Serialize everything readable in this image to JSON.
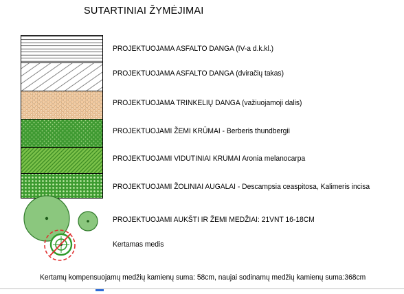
{
  "legend": {
    "title": "SUTARTINIAI ŽYMĖJIMAI",
    "items": [
      {
        "label": "PROJEKTUOJAMA ASFALTO DANGA (IV-a d.k.kl.)",
        "icon": "horizontal-line-hatch-icon"
      },
      {
        "label": "PROJEKTUOJAMA ASFALTO DANGA (dviračių takas)",
        "icon": "diagonal-line-hatch-icon"
      },
      {
        "label": "PROJEKTUOJAMA  TRINKELIŲ DANGA (važiuojamoji dalis)",
        "icon": "paver-pattern-icon"
      },
      {
        "label": "PROJEKTUOJAMI ŽEMI KRŪMAI -  Berberis thundbergii",
        "icon": "low-shrub-pattern-icon"
      },
      {
        "label": "PROJEKTUOJAMI VIDUTINIAI KRŪMAI Aronia melanocarpa",
        "icon": "medium-shrub-hatch-icon"
      },
      {
        "label": "PROJEKTUOJAMI ŽOLINIAI AUGALAI  - Descampsia ceaspitosa, Kalimeris incisa",
        "icon": "herbaceous-dot-pattern-icon"
      },
      {
        "label": "PROJEKTUOJAMI AUKŠTI IR ŽEMI MEDŽIAI: 21VNT 16-18CM",
        "icon": "tree-circles-icon"
      },
      {
        "label": "Kertamas medis",
        "icon": "felled-tree-icon"
      }
    ],
    "footnote": "Kertamų kompensuojamų medžių kamienų suma: 58cm, naujai sodinamų medžių kamienų suma:368cm"
  },
  "colors": {
    "asphalt_fill": "#ffffff",
    "paver_fill": "#f2cba2",
    "paver_line": "#b58a5e",
    "low_shrub_fill": "#3f9a32",
    "medium_shrub_fill": "#7cc24a",
    "herbaceous_fill": "#3d9b30",
    "tree_fill": "#8bc77e",
    "tree_stroke": "#2f7a2a",
    "felled_red": "#e03030"
  }
}
